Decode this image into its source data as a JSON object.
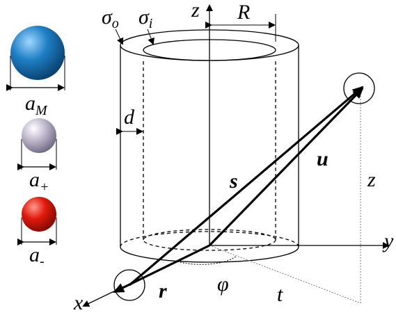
{
  "labels": {
    "sigma_o": "σ",
    "sigma_o_sub": "o",
    "sigma_i": "σ",
    "sigma_i_sub": "i",
    "z_axis": "z",
    "R": "R",
    "d": "d",
    "a_M": "a",
    "a_M_sub": "M",
    "a_plus": "a",
    "a_plus_sub": "+",
    "a_minus": "a",
    "a_minus_sub": "-",
    "u": "u",
    "s": "s",
    "z_height": "z",
    "y_axis": "y",
    "x_axis": "x",
    "r": "r",
    "phi": "φ",
    "t": "t"
  },
  "colors": {
    "ion_M": "#1e7fc4",
    "ion_plus": "#b9b2c8",
    "ion_minus": "#e11a0c"
  }
}
